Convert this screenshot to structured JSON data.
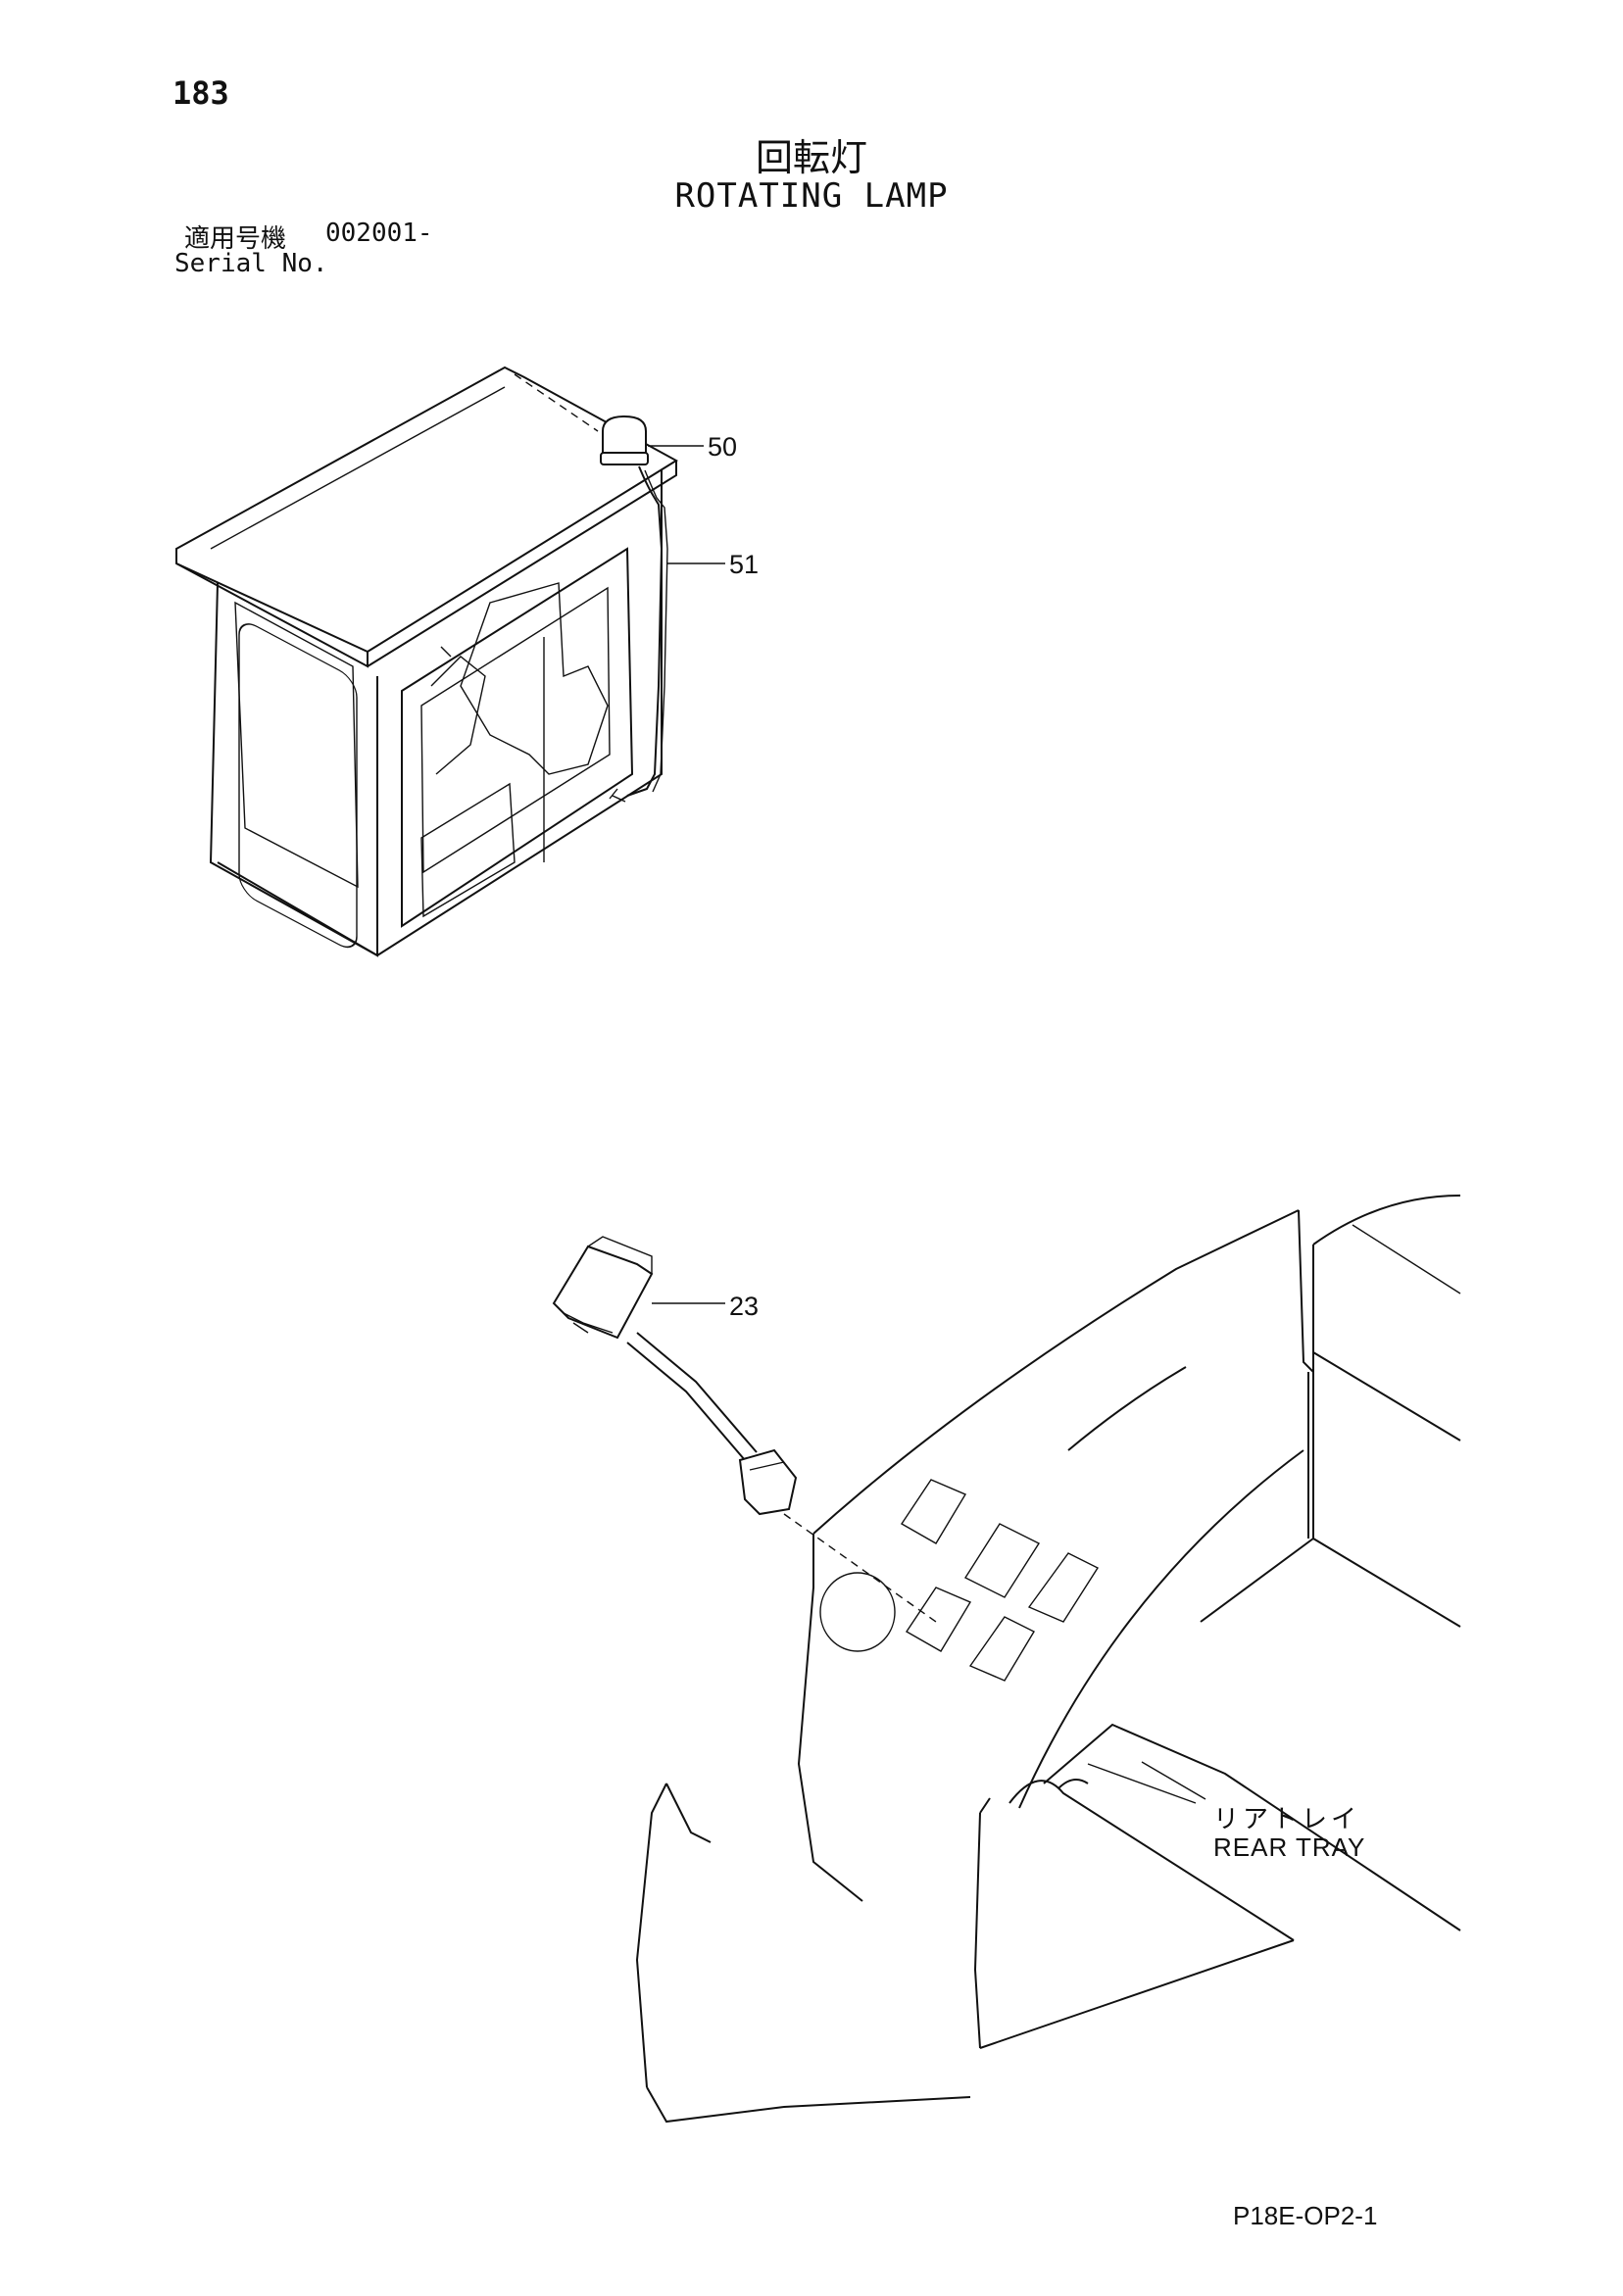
{
  "page": {
    "number": "183",
    "title_ja": "回転灯",
    "title_en": "ROTATING LAMP"
  },
  "serial": {
    "label_ja": "適用号機",
    "value": "002001-",
    "label_en": "Serial No."
  },
  "callouts": {
    "lamp": "50",
    "harness": "51",
    "switch": "23"
  },
  "rear_tray": {
    "label_ja": "リアトレイ",
    "label_en": "REAR TRAY"
  },
  "doc_code": "P18E-OP2-1"
}
